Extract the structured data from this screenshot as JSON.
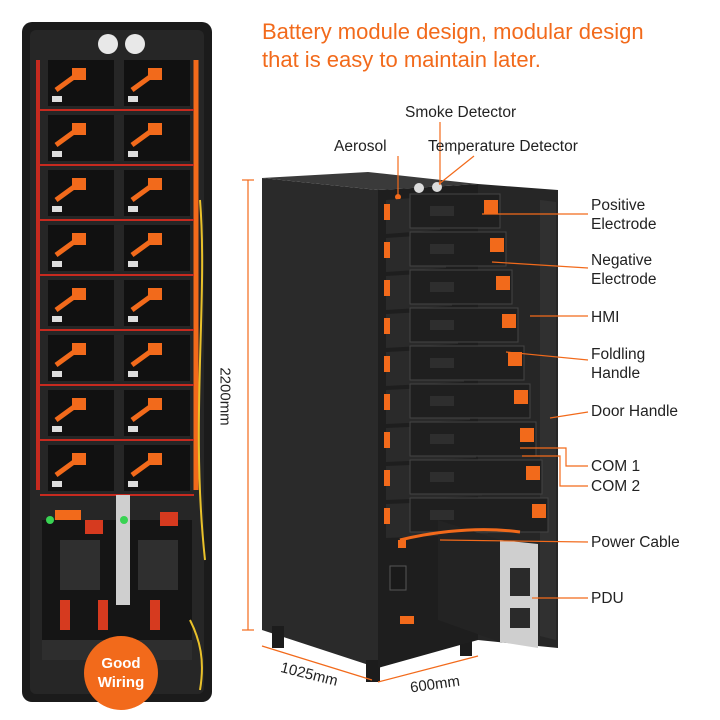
{
  "headline": {
    "line1": "Battery module design, modular design",
    "line2": "that is easy to maintain later."
  },
  "callouts": {
    "smoke_detector": "Smoke Detector",
    "aerosol": "Aerosol",
    "temperature_detector": "Temperature Detector",
    "positive_electrode_1": "Positive",
    "positive_electrode_2": "Electrode",
    "negative_electrode_1": "Negative",
    "negative_electrode_2": "Electrode",
    "hmi": "HMI",
    "folding_handle_1": "Foldling",
    "folding_handle_2": "Handle",
    "door_handle": "Door Handle",
    "com1": "COM 1",
    "com2": "COM 2",
    "power_cable": "Power Cable",
    "pdu": "PDU"
  },
  "dimensions": {
    "height": "2200mm",
    "depth": "1025mm",
    "width": "600mm"
  },
  "badge": {
    "line1": "Good",
    "line2": "Wiring"
  },
  "colors": {
    "accent": "#f26a1b",
    "cabinet": "#2b2b2b",
    "cable_red": "#c62a1f"
  }
}
